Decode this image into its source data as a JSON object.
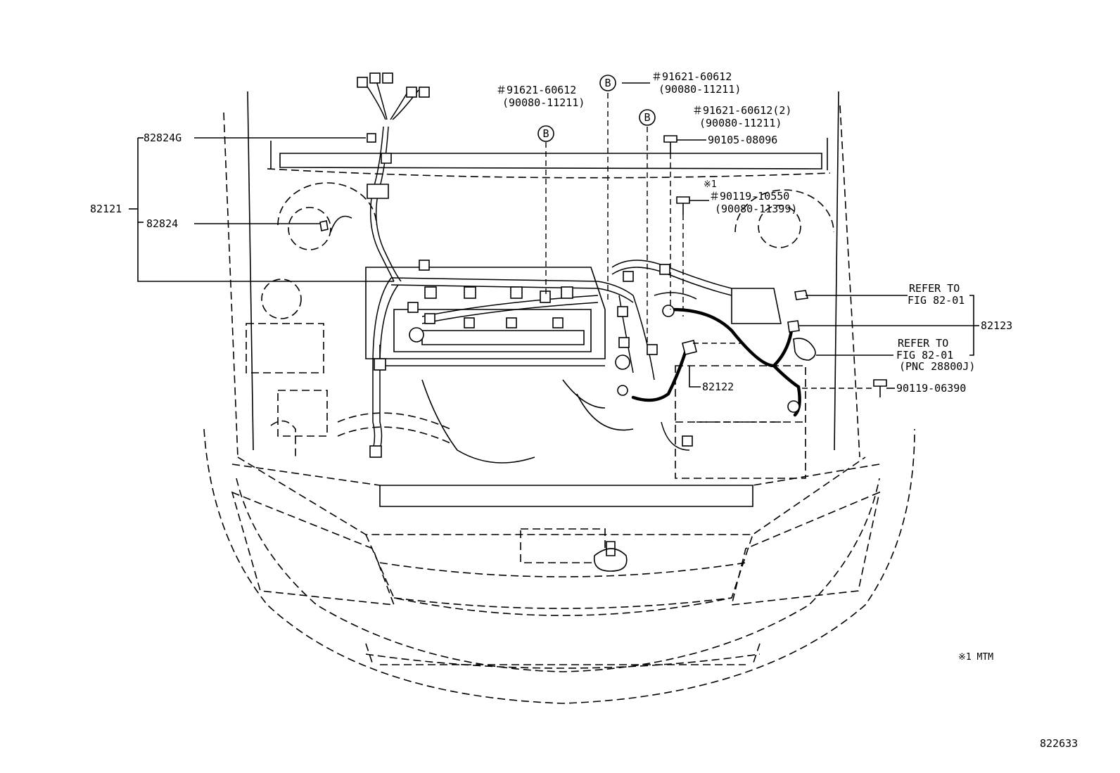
{
  "labels": {
    "p82824G": "82824G",
    "p82121": "82121",
    "p82824": "82824",
    "p82123": "82123",
    "p82122": "82122",
    "bolt_top": "90105-08096",
    "bolt_lower": "90119-06390",
    "callout_b1_line1": "＃91621-60612",
    "callout_b1_line2": "(90080-11211)",
    "callout_b2_line1": "＃91621-60612",
    "callout_b2_line2": "(90080-11211)",
    "callout_b3_line1": "＃91621-60612(2)",
    "callout_b3_line2": "(90080-11211)",
    "mtm_mark": "※1",
    "callout_mtm_line1": "＃90119-10550",
    "callout_mtm_line2": "(90080-11399)",
    "refer1_line1": "REFER TO",
    "refer1_line2": "FIG 82-01",
    "refer2_line1": "REFER TO",
    "refer2_line2": "FIG 82-01",
    "refer2_line3": "(PNC 28800J)",
    "circle_b": "B",
    "footnote": "※1 MTM",
    "figure_id": "822633"
  }
}
